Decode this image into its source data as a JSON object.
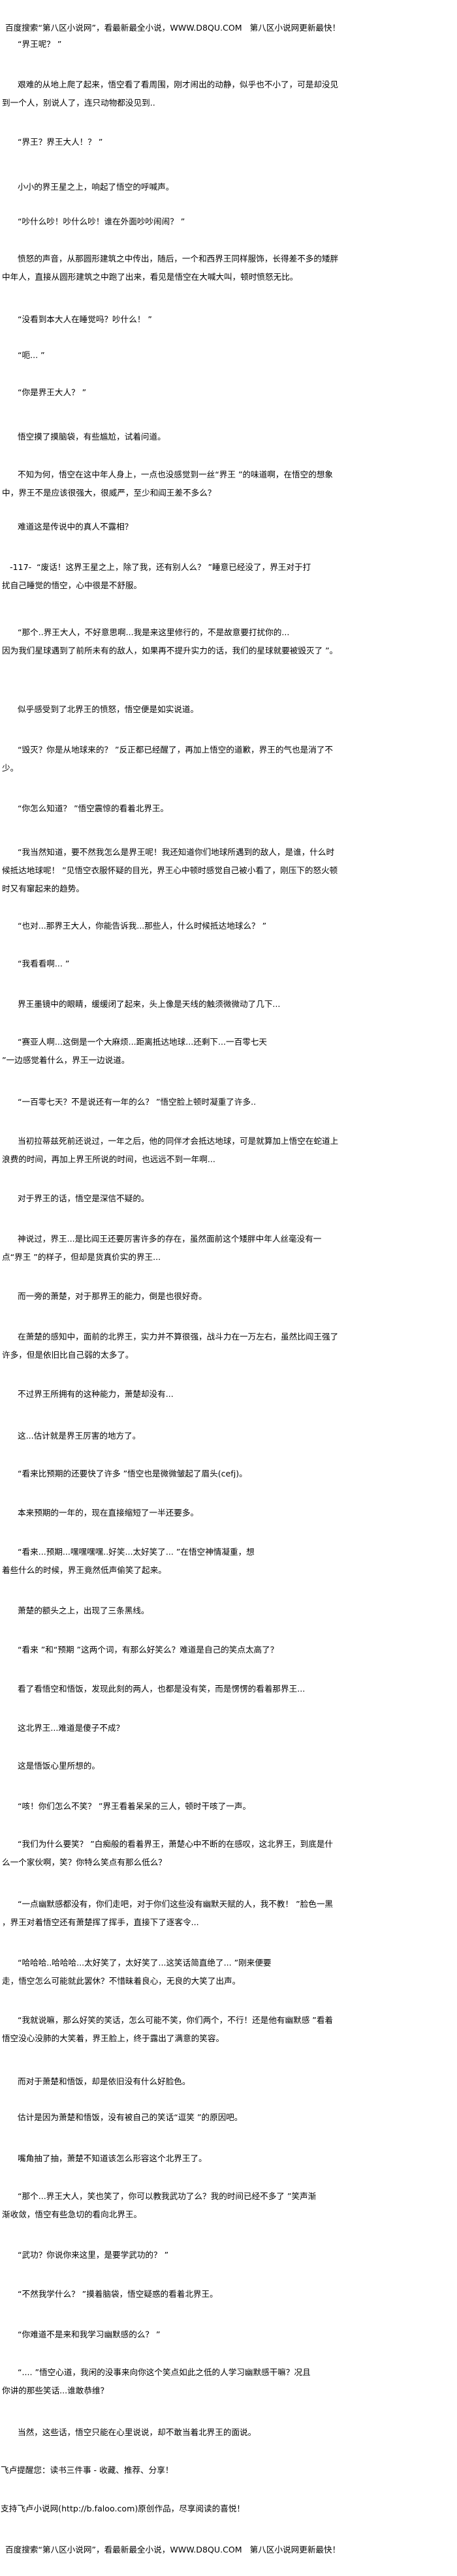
{
  "paragraphs": [
    {
      "lines": [
        "百度搜索“第八区小说网”，看最新最全小说，WWW.D8QU.COM   第八区小说网更新最快！"
      ]
    },
    {
      "lines": [
        "“界王呢？ ”"
      ]
    },
    {
      "lines": [
        "艰难的从地上爬了起来，悟空看了看周围，刚才闹出的动静，似乎也不小了，可是却没见",
        "到一个人，别说人了，连只动物都没见到.."
      ]
    },
    {
      "lines": [
        "“界王？界王大人！？ ”"
      ]
    },
    {
      "lines": [
        "小小的界王星之上，响起了悟空的呼喊声。"
      ]
    },
    {
      "lines": [
        "“吵什么吵！吵什么吵！谁在外面吵吵闹闹？ ”"
      ]
    },
    {
      "lines": [
        "愤怒的声音，从那圆形建筑之中传出，随后，一个和西界王同样服饰，长得差不多的矮胖",
        "中年人，直接从圆形建筑之中跑了出来，看见是悟空在大喊大叫，顿时愤怒无比。"
      ]
    },
    {
      "lines": [
        "“没看到本大人在睡觉吗？吵什么！ ”"
      ]
    },
    {
      "lines": [
        "“呃... ”"
      ]
    },
    {
      "lines": [
        "“你是界王大人？ ”"
      ]
    },
    {
      "lines": [
        "悟空摸了摸脑袋，有些尴尬，试着问道。"
      ]
    },
    {
      "lines": [
        "不知为何，悟空在这中年人身上，一点也没感觉到一丝“界王 ”的味道啊，在悟空的想象",
        "中，界王不是应该很强大，很威严，至少和阎王差不多么？"
      ]
    },
    {
      "lines": [
        "难道这是传说中的真人不露相？"
      ]
    },
    {
      "lines": [
        "-117-  “废话！这界王星之上，除了我，还有别人么？ ”睡意已经没了，界王对于打",
        "扰自己睡觉的悟空，心中很是不舒服。"
      ]
    },
    {
      "lines": [
        "“那个..界王大人，不好意思啊...我是来这里修行的，不是故意要打扰你的...",
        "因为我们星球遇到了前所未有的敌人，如果再不提升实力的话，我们的星球就要被毁灭了 ”。"
      ]
    },
    {
      "lines": [
        "似乎感受到了北界王的愤怒，悟空便是如实说道。"
      ]
    },
    {
      "lines": [
        "“毁灭？你是从地球来的？ ”反正都已经醒了，再加上悟空的道歉，界王的气也是消了不",
        "少。"
      ]
    },
    {
      "lines": [
        "“你怎么知道？ ”悟空震惊的看着北界王。"
      ]
    },
    {
      "lines": [
        "“我当然知道，要不然我怎么是界王呢！我还知道你们地球所遇到的敌人，是谁，什么时",
        "候抵达地球呢！ ”见悟空衣服怀疑的目光，界王心中顿时感觉自己被小看了，刚压下的怒火顿",
        "时又有窜起来的趋势。"
      ]
    },
    {
      "lines": [
        "“也对...那界王大人，你能告诉我...那些人，什么时候抵达地球么？ ”"
      ]
    },
    {
      "lines": [
        "“我看看啊... ”"
      ]
    },
    {
      "lines": [
        "界王墨镜中的眼睛，缓缓闭了起来，头上像是天线的触须微微动了几下..."
      ]
    },
    {
      "lines": [
        "“赛亚人啊...这倒是一个大麻烦...距离抵达地球...还剩下...一百零七天",
        "”一边感觉着什么，界王一边说道。"
      ]
    },
    {
      "lines": [
        "“一百零七天？不是说还有一年的么？ ”悟空脸上顿时凝重了许多.."
      ]
    },
    {
      "lines": [
        "当初拉蒂兹死前还说过，一年之后，他的同伴才会抵达地球，可是就算加上悟空在蛇道上",
        "浪费的时间，再加上界王所说的时间，也远远不到一年啊..."
      ]
    },
    {
      "lines": [
        "对于界王的话，悟空是深信不疑的。"
      ]
    },
    {
      "lines": [
        "神说过，界王...是比阎王还要厉害许多的存在，虽然面前这个矮胖中年人丝毫没有一",
        "点“界王 ”的样子，但却是货真价实的界王..."
      ]
    },
    {
      "lines": [
        "而一旁的萧楚，对于那界王的能力，倒是也很好奇。"
      ]
    },
    {
      "lines": [
        "在萧楚的感知中，面前的北界王，实力并不算很强，战斗力在一万左右，虽然比阎王强了",
        "许多，但是依旧比自己弱的太多了。"
      ]
    },
    {
      "lines": [
        "不过界王所拥有的这种能力，萧楚却没有..."
      ]
    },
    {
      "lines": [
        "这...估计就是界王厉害的地方了。"
      ]
    },
    {
      "lines": [
        "“看来比预期的还要快了许多 ”悟空也是微微皱起了眉头(cefj)。"
      ]
    },
    {
      "lines": [
        "本来预期的一年的，现在直接缩短了一半还要多。"
      ]
    },
    {
      "lines": [
        "“看来...预期...嘿嘿嘿嘿..好笑...太好笑了... ”在悟空神情凝重，想",
        "着些什么的时候，界王竟然低声偷笑了起来。"
      ]
    },
    {
      "lines": [
        "萧楚的额头之上，出现了三条黑线。"
      ]
    },
    {
      "lines": [
        "“看来 ”和“预期 ”这两个词，有那么好笑么？难道是自己的笑点太高了？"
      ]
    },
    {
      "lines": [
        "看了看悟空和悟饭，发现此刻的两人，也都是没有笑，而是愣愣的看着那界王..."
      ]
    },
    {
      "lines": [
        "这北界王...难道是傻子不成？"
      ]
    },
    {
      "lines": [
        "这是悟饭心里所想的。"
      ]
    },
    {
      "lines": [
        "“咳！你们怎么不笑？ ”界王看着呆呆的三人，顿时干咳了一声。"
      ]
    },
    {
      "lines": [
        "“我们为什么要笑？ ”白痴般的看着界王，萧楚心中不断的在感叹，这北界王，到底是什",
        "么一个家伙啊，笑？你特么笑点有那么低么？"
      ]
    },
    {
      "lines": [
        "“一点幽默感都没有，你们走吧，对于你们这些没有幽默天赋的人，我不教！ ”脸色一黑",
        "，界王对着悟空还有萧楚挥了挥手，直接下了逐客令..."
      ]
    },
    {
      "lines": [
        "“哈哈哈..哈哈哈...太好笑了，太好笑了...这笑话简直绝了... ”刚来便要",
        "走，悟空怎么可能就此罢休？不惜昧着良心，无良的大笑了出声。"
      ]
    },
    {
      "lines": [
        "“我就说嘛，那么好笑的笑话，怎么可能不笑，你们两个，不行！还是他有幽默感 ”看着",
        "悟空没心没肺的大笑着，界王脸上，终于露出了满意的笑容。"
      ]
    },
    {
      "lines": [
        "而对于萧楚和悟饭，却是依旧没有什么好脸色。"
      ]
    },
    {
      "lines": [
        "估计是因为萧楚和悟饭，没有被自己的笑话“逗笑 ”的原因吧。"
      ]
    },
    {
      "lines": [
        "嘴角抽了抽，萧楚不知道该怎么形容这个北界王了。"
      ]
    },
    {
      "lines": [
        "“那个...界王大人，笑也笑了，你可以教我武功了么？我的时间已经不多了 ”笑声渐",
        "渐收敛，悟空有些急切的看向北界王。"
      ]
    },
    {
      "lines": [
        "“武功？你说你来这里，是要学武功的？ ”"
      ]
    },
    {
      "lines": [
        "“不然我学什么？ ”摸着脑袋，悟空疑惑的看着北界王。"
      ]
    },
    {
      "lines": [
        "“你难道不是来和我学习幽默感的么？ ”"
      ]
    },
    {
      "lines": [
        "“.... ”悟空心道，我闲的没事来向你这个笑点如此之低的人学习幽默感干嘛？况且",
        "你讲的那些笑话...谁敢恭维？"
      ]
    },
    {
      "lines": [
        "当然，这些话，悟空只能在心里说说，却不敢当着北界王的面说。"
      ]
    },
    {
      "lines": [
        "飞卢提醒您：读书三件事 - 收藏、推荐、分享！"
      ]
    },
    {
      "lines": [
        "支持飞卢小说网(http://b.faloo.com)原创作品，尽享阅读的喜悦！"
      ]
    },
    {
      "lines": [
        "百度搜索“第八区小说网”，看最新最全小说，WWW.D8QU.COM   第八区小说网更新最快！"
      ]
    }
  ]
}
